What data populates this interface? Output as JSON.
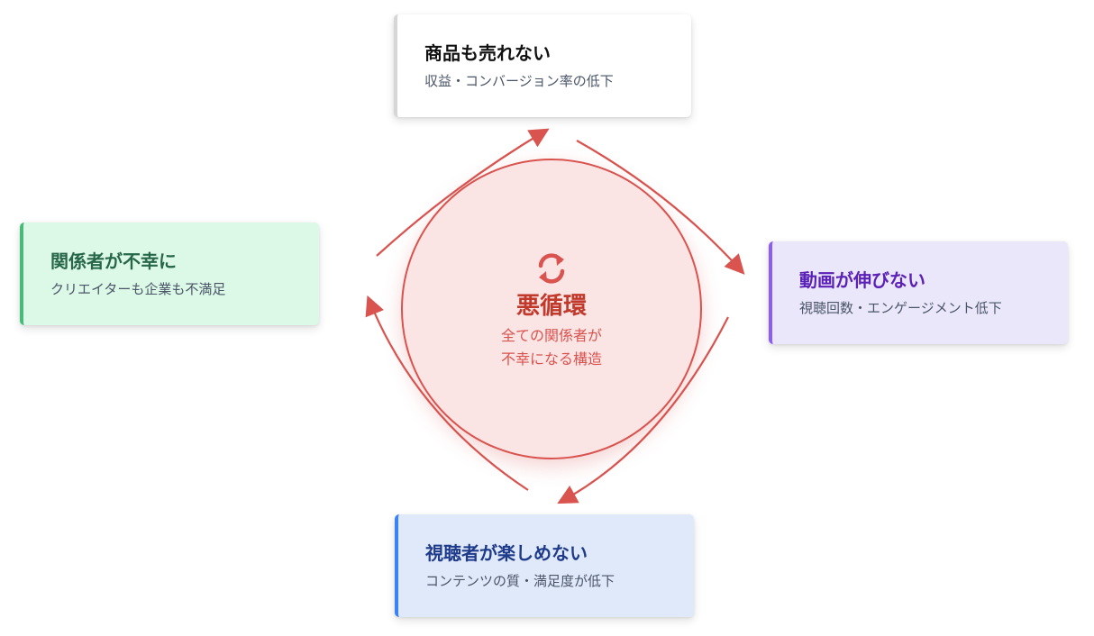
{
  "center": {
    "icon": "cycle-arrows-icon",
    "title": "悪循環",
    "subtitle_line1": "全ての関係者が",
    "subtitle_line2": "不幸になる構造"
  },
  "nodes": {
    "top": {
      "title": "商品も売れない",
      "subtitle": "収益・コンバージョン率の低下"
    },
    "right": {
      "title": "動画が伸びない",
      "subtitle": "視聴回数・エンゲージメント低下"
    },
    "bottom": {
      "title": "視聴者が楽しめない",
      "subtitle": "コンテンツの質・満足度が低下"
    },
    "left": {
      "title": "関係者が不幸に",
      "subtitle": "クリエイターも企業も不満足"
    }
  },
  "colors": {
    "arrow": "#d9534f",
    "center_fill": "#fbe4e4",
    "center_text": "#c0392b",
    "right_accent": "#8b5cf6",
    "bottom_accent": "#3b82f6",
    "left_accent": "#48bb78"
  }
}
